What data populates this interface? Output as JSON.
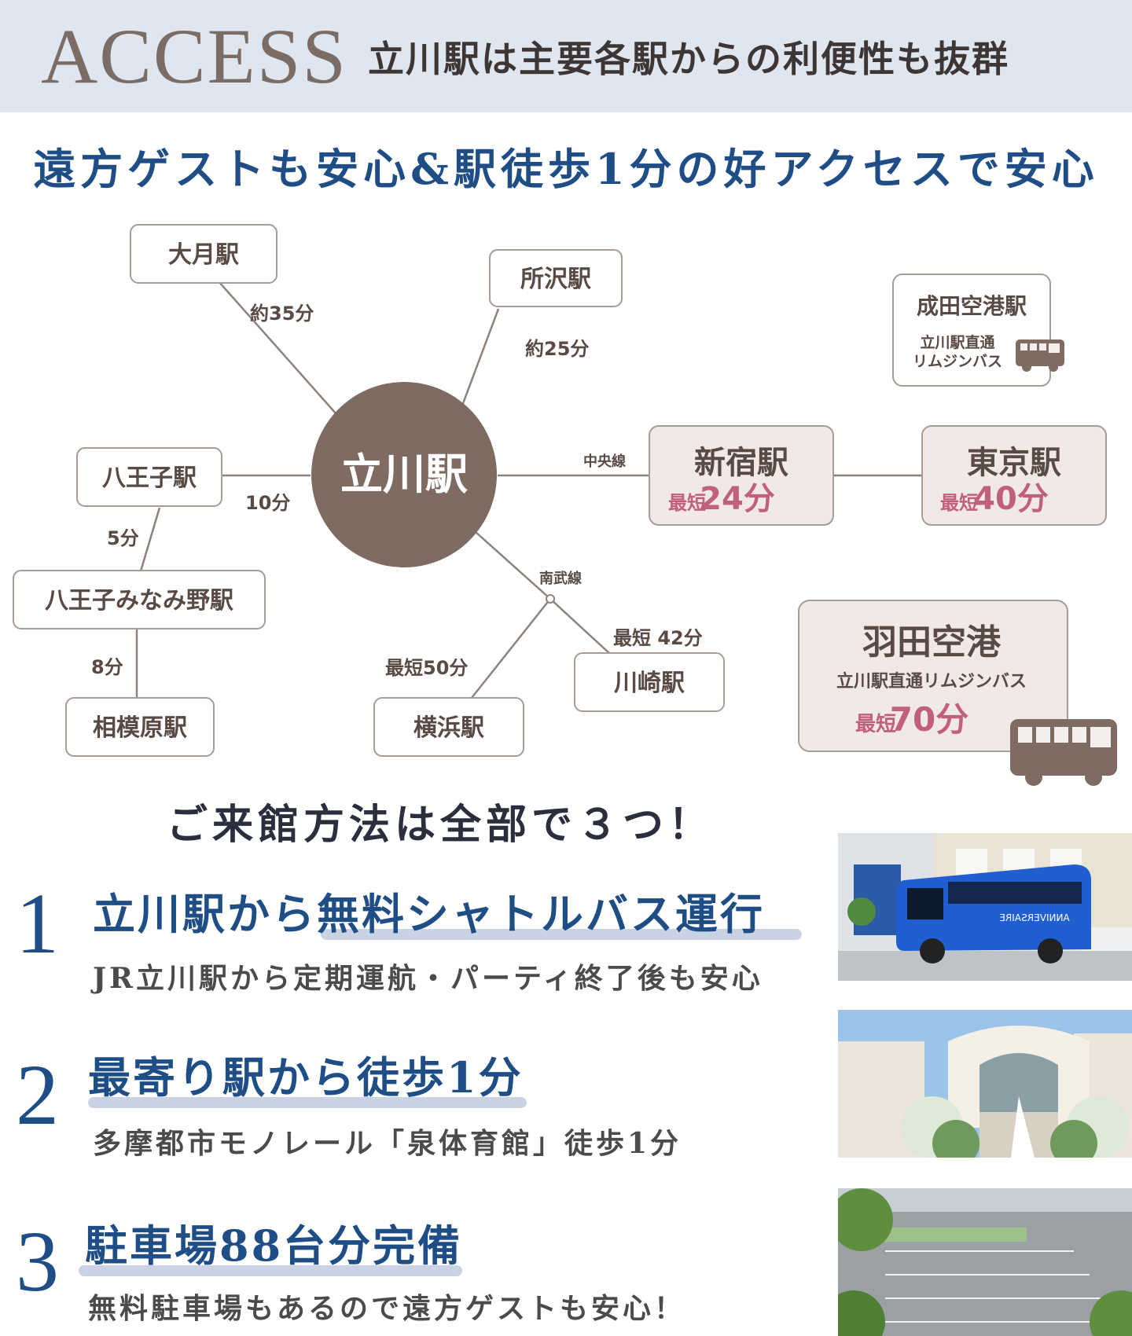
{
  "header": {
    "title": "ACCESS",
    "tagline": "立川駅は主要各駅からの利便性も抜群"
  },
  "headline": "遠方ゲストも安心&駅徒歩1分の好アクセスで安心",
  "map": {
    "center": "立川駅",
    "stations": {
      "otsuki": "大月駅",
      "tokorozawa": "所沢駅",
      "hachioji": "八王子駅",
      "minamino": "八王子みなみ野駅",
      "sagamihara": "相模原駅",
      "yokohama": "横浜駅",
      "kawasaki": "川崎駅"
    },
    "times": {
      "otsuki": "約35分",
      "tokorozawa": "約25分",
      "hachioji": "10分",
      "minamino": "5分",
      "sagamihara": "8分",
      "yokohama": "最短50分",
      "kawasaki": "最短 42分"
    },
    "lines": {
      "chuo": "中央線",
      "nambu": "南武線"
    },
    "shinjuku": {
      "name": "新宿駅",
      "prefix": "最短",
      "time": "24分"
    },
    "tokyo": {
      "name": "東京駅",
      "prefix": "最短",
      "time": "40分"
    },
    "narita": {
      "name": "成田空港駅",
      "line1": "立川駅直通",
      "line2": "リムジンバス"
    },
    "haneda": {
      "name": "羽田空港",
      "sub": "立川駅直通リムジンバス",
      "prefix": "最短",
      "time": "70分"
    }
  },
  "methods": {
    "title": "ご来館方法は全部で３つ！",
    "items": [
      {
        "num": "1",
        "title_a": "立川駅から",
        "title_b": "無料シャトルバス運行",
        "desc": "JR立川駅から定期運航・パーティ終了後も安心"
      },
      {
        "num": "2",
        "title_a": "最寄り駅から",
        "title_b": "徒歩1分",
        "desc": "多摩都市モノレール「泉体育館」徒歩1分"
      },
      {
        "num": "3",
        "title_a": "",
        "title_b": "駐車場88台分完備",
        "desc": "無料駐車場もあるので遠方ゲストも安心！"
      }
    ]
  },
  "photos": {
    "bus_lettering": "ANNIVERSAIRE"
  },
  "colors": {
    "header_bg": "#dfe6ef",
    "accent_blue": "#1f4e86",
    "hub_brown": "#7e6c62",
    "time_pink": "#c0607e"
  },
  "icons": [
    "bus-icon"
  ]
}
